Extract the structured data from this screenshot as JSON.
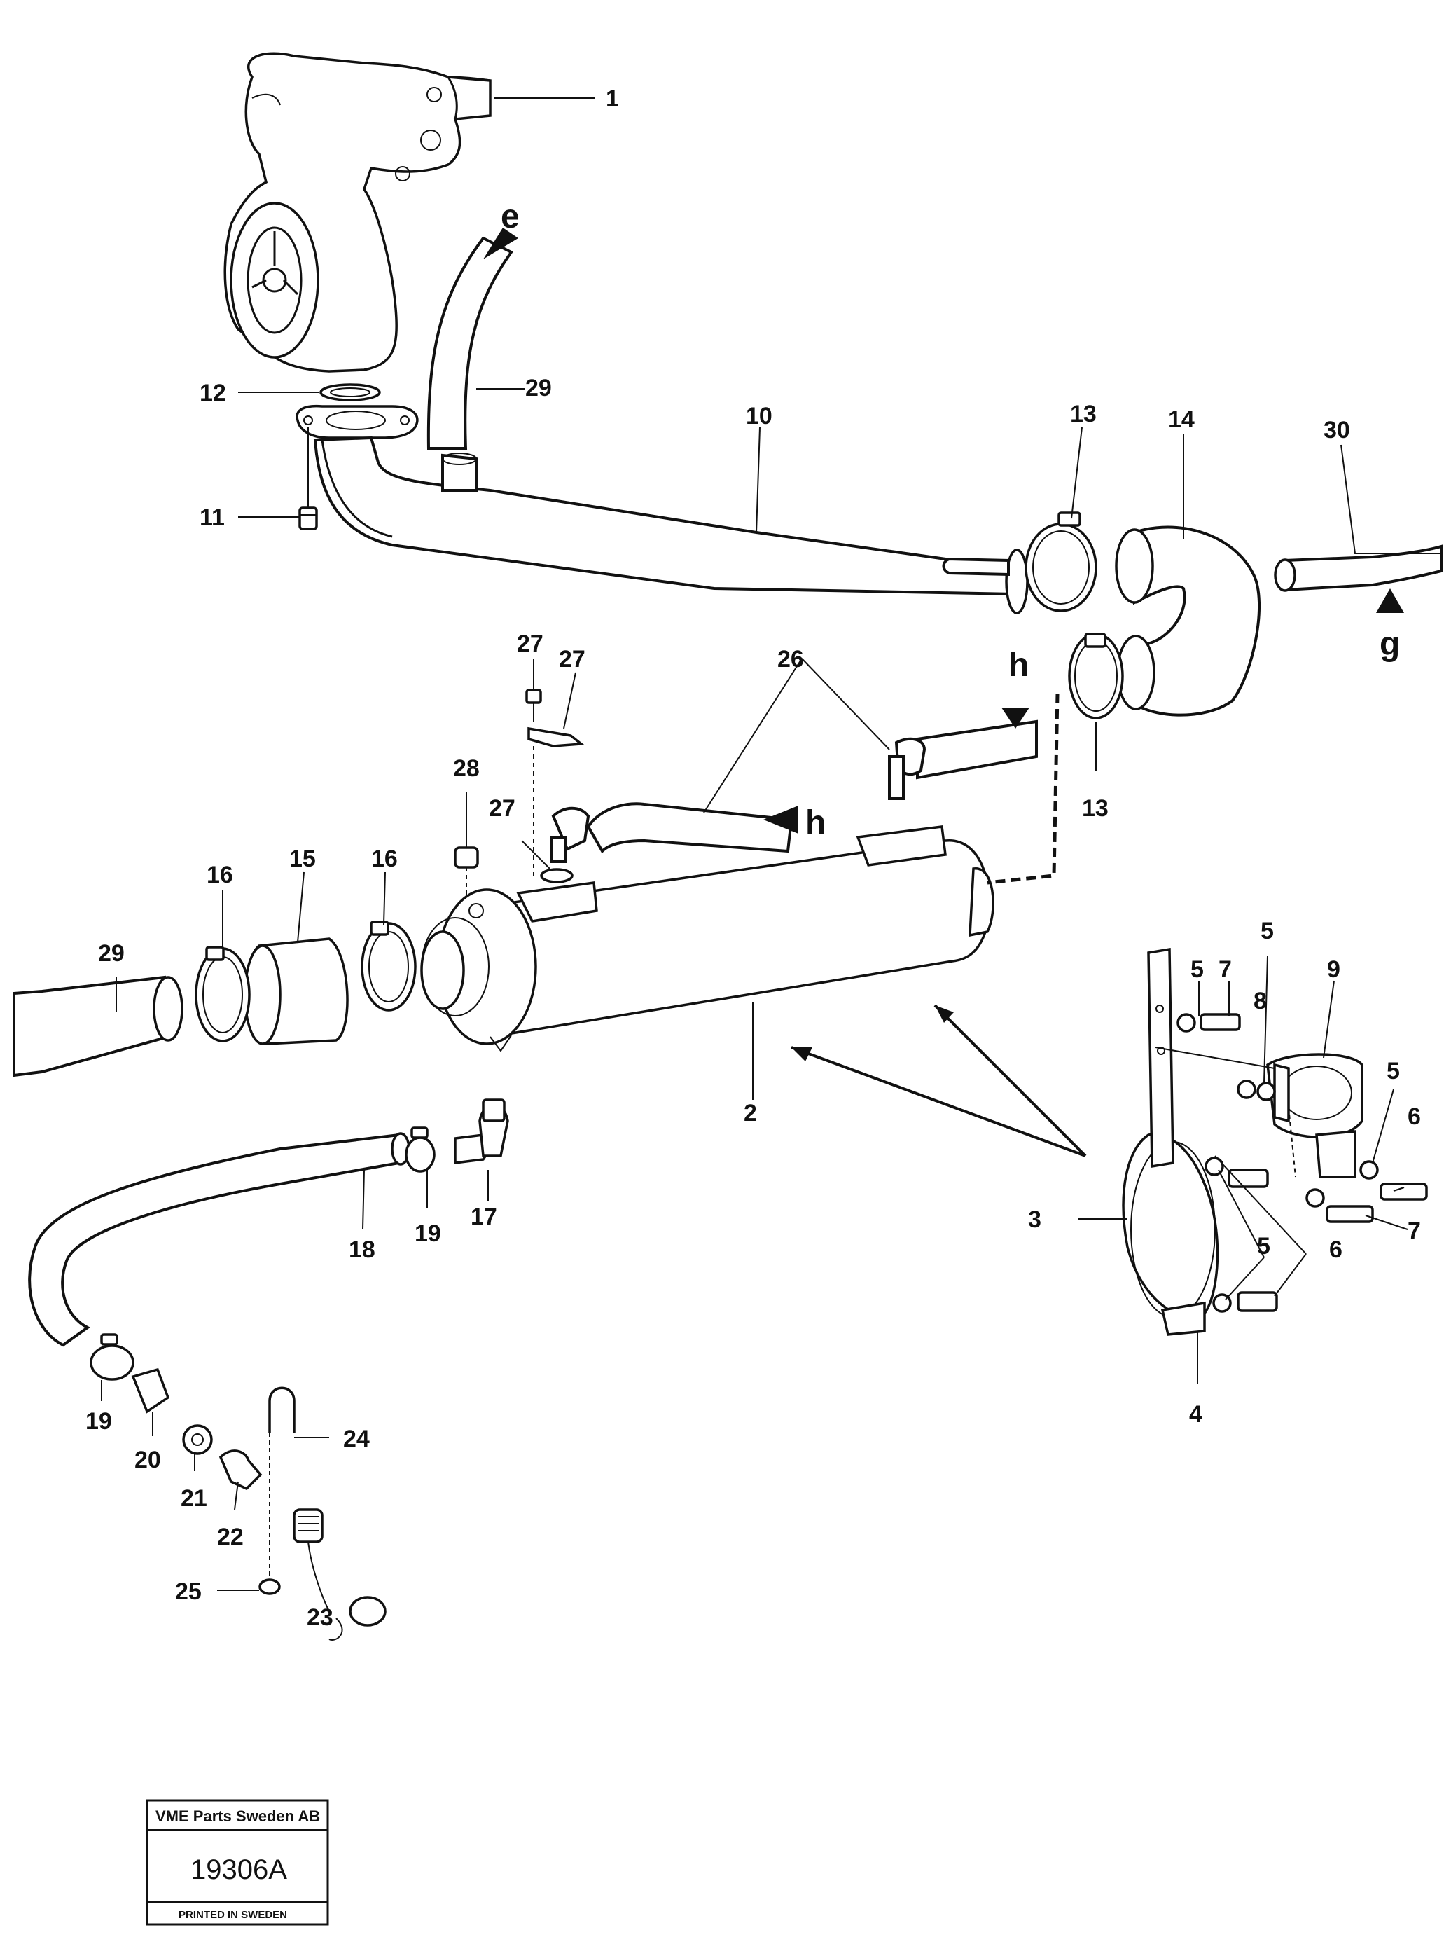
{
  "diagram": {
    "callouts": [
      {
        "id": "c1",
        "text": "1"
      },
      {
        "id": "c29a",
        "text": "29"
      },
      {
        "id": "c12",
        "text": "12"
      },
      {
        "id": "c11",
        "text": "11"
      },
      {
        "id": "c10",
        "text": "10"
      },
      {
        "id": "c13a",
        "text": "13"
      },
      {
        "id": "c14",
        "text": "14"
      },
      {
        "id": "c30",
        "text": "30"
      },
      {
        "id": "c13b",
        "text": "13"
      },
      {
        "id": "c26",
        "text": "26"
      },
      {
        "id": "c27a",
        "text": "27"
      },
      {
        "id": "c27b",
        "text": "27"
      },
      {
        "id": "c27c",
        "text": "27"
      },
      {
        "id": "c28",
        "text": "28"
      },
      {
        "id": "c16a",
        "text": "16"
      },
      {
        "id": "c15",
        "text": "15"
      },
      {
        "id": "c16b",
        "text": "16"
      },
      {
        "id": "c29b",
        "text": "29"
      },
      {
        "id": "c2",
        "text": "2"
      },
      {
        "id": "c17",
        "text": "17"
      },
      {
        "id": "c18",
        "text": "18"
      },
      {
        "id": "c19a",
        "text": "19"
      },
      {
        "id": "c19b",
        "text": "19"
      },
      {
        "id": "c20",
        "text": "20"
      },
      {
        "id": "c21",
        "text": "21"
      },
      {
        "id": "c22",
        "text": "22"
      },
      {
        "id": "c23",
        "text": "23"
      },
      {
        "id": "c24",
        "text": "24"
      },
      {
        "id": "c25",
        "text": "25"
      },
      {
        "id": "c3",
        "text": "3"
      },
      {
        "id": "c4",
        "text": "4"
      },
      {
        "id": "c5a",
        "text": "5"
      },
      {
        "id": "c5b",
        "text": "5"
      },
      {
        "id": "c5c",
        "text": "5"
      },
      {
        "id": "c5d",
        "text": "5"
      },
      {
        "id": "c6a",
        "text": "6"
      },
      {
        "id": "c6b",
        "text": "6"
      },
      {
        "id": "c7a",
        "text": "7"
      },
      {
        "id": "c7b",
        "text": "7"
      },
      {
        "id": "c8",
        "text": "8"
      },
      {
        "id": "c9",
        "text": "9"
      }
    ],
    "flow_markers": [
      {
        "id": "e",
        "text": "e"
      },
      {
        "id": "g",
        "text": "g"
      },
      {
        "id": "h1",
        "text": "h"
      },
      {
        "id": "h2",
        "text": "h"
      }
    ]
  },
  "stamp": {
    "company": "VME Parts Sweden AB",
    "number": "19306A",
    "footer": "PRINTED IN SWEDEN"
  }
}
